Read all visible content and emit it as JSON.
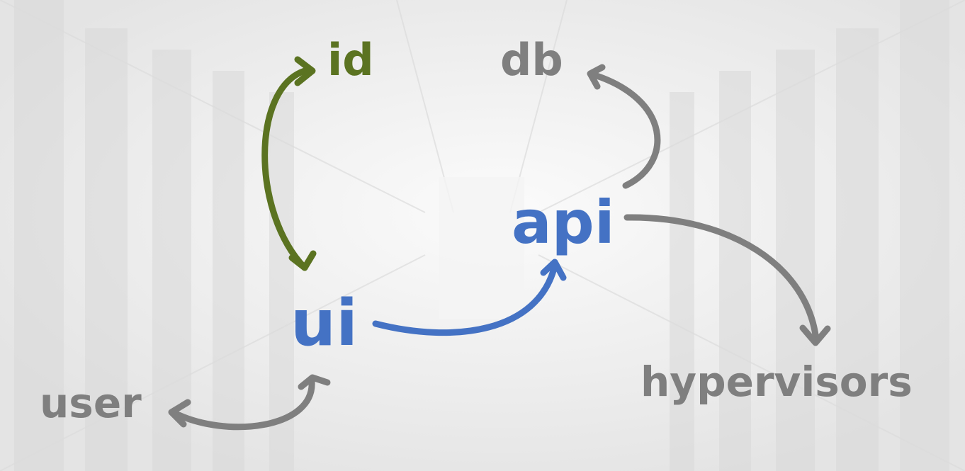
{
  "colors": {
    "blue": "#4472c4",
    "green": "#5b7321",
    "gray": "#7f7f7f"
  },
  "nodes": {
    "id": "id",
    "db": "db",
    "api": "api",
    "ui": "ui",
    "user": "user",
    "hypervisors": "hypervisors"
  },
  "edges": [
    {
      "from": "ui",
      "to": "id",
      "direction": "both",
      "color": "green"
    },
    {
      "from": "api",
      "to": "db",
      "direction": "forward",
      "color": "gray"
    },
    {
      "from": "ui",
      "to": "api",
      "direction": "forward",
      "color": "blue"
    },
    {
      "from": "ui",
      "to": "user",
      "direction": "both",
      "color": "gray"
    },
    {
      "from": "api",
      "to": "hypervisors",
      "direction": "forward",
      "color": "gray"
    }
  ]
}
